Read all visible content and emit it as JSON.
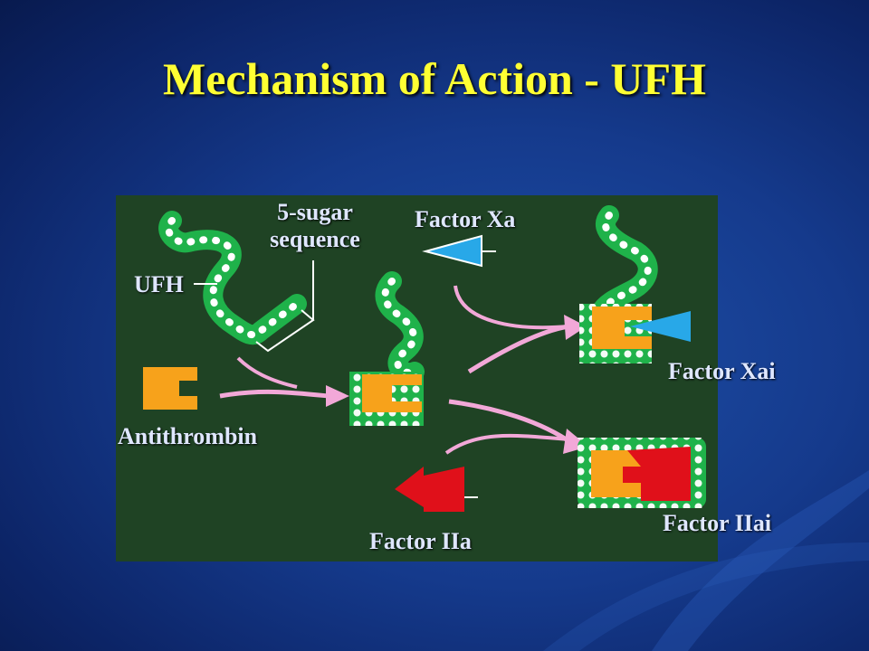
{
  "slide": {
    "title": "Mechanism of Action - UFH"
  },
  "diagram": {
    "labels": {
      "five_sugar_line1": "5-sugar",
      "five_sugar_line2": "sequence",
      "factor_xa": "Factor Xa",
      "ufh": "UFH",
      "antithrombin": "Antithrombin",
      "factor_xai": "Factor Xai",
      "factor_iia": "Factor IIa",
      "factor_iiai": "Factor IIai"
    }
  },
  "colors": {
    "background": "#153a8c",
    "panel": "#1f4324",
    "title": "#ffff33",
    "label": "#dfe7ff",
    "heparin_chain": "#1fb24a",
    "heparin_bead": "#ffffff",
    "antithrombin": "#f7a21b",
    "factor_xa": "#28a8e8",
    "factor_iia": "#e0101a",
    "arrow": "#f2a8d8"
  }
}
